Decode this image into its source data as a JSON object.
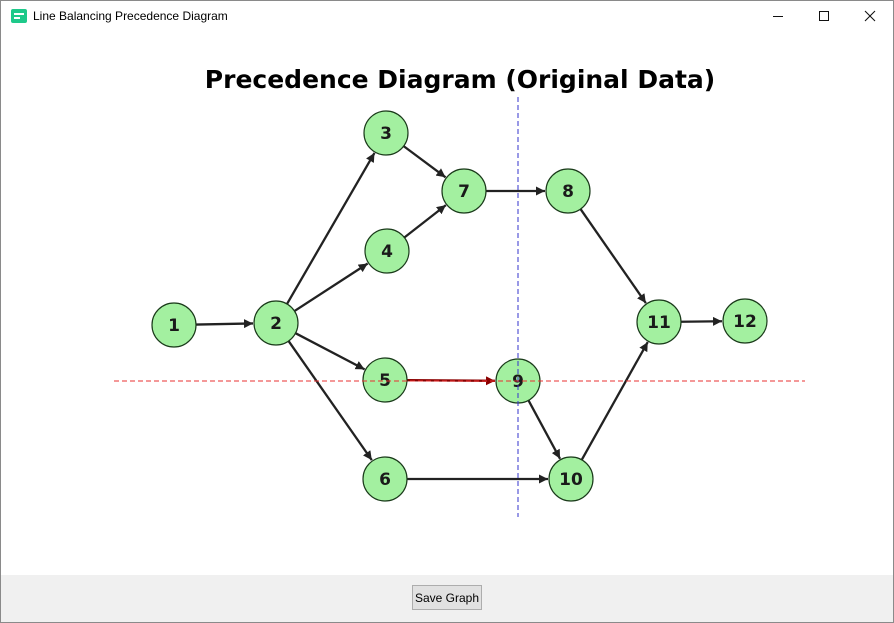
{
  "window": {
    "title": "Line Balancing Precedence Diagram",
    "icon": "app-icon"
  },
  "diagram": {
    "title": "Precedence Diagram (Original Data)",
    "node_fill": "#a3f0a0",
    "node_stroke": "#1a3a1a",
    "edge_color": "#222222",
    "highlight_edge_color": "#8b0000",
    "vertical_guide_color": "#3333cc",
    "horizontal_guide_color": "#e83030",
    "nodes": [
      "1",
      "2",
      "3",
      "4",
      "5",
      "6",
      "7",
      "8",
      "9",
      "10",
      "11",
      "12"
    ],
    "edges": [
      [
        "1",
        "2"
      ],
      [
        "2",
        "3"
      ],
      [
        "2",
        "4"
      ],
      [
        "2",
        "5"
      ],
      [
        "2",
        "6"
      ],
      [
        "3",
        "7"
      ],
      [
        "4",
        "7"
      ],
      [
        "7",
        "8"
      ],
      [
        "5",
        "9"
      ],
      [
        "6",
        "10"
      ],
      [
        "9",
        "10"
      ],
      [
        "8",
        "11"
      ],
      [
        "10",
        "11"
      ],
      [
        "11",
        "12"
      ]
    ],
    "highlighted_edges": [
      [
        "5",
        "9"
      ]
    ]
  },
  "footer": {
    "save_label": "Save Graph"
  }
}
